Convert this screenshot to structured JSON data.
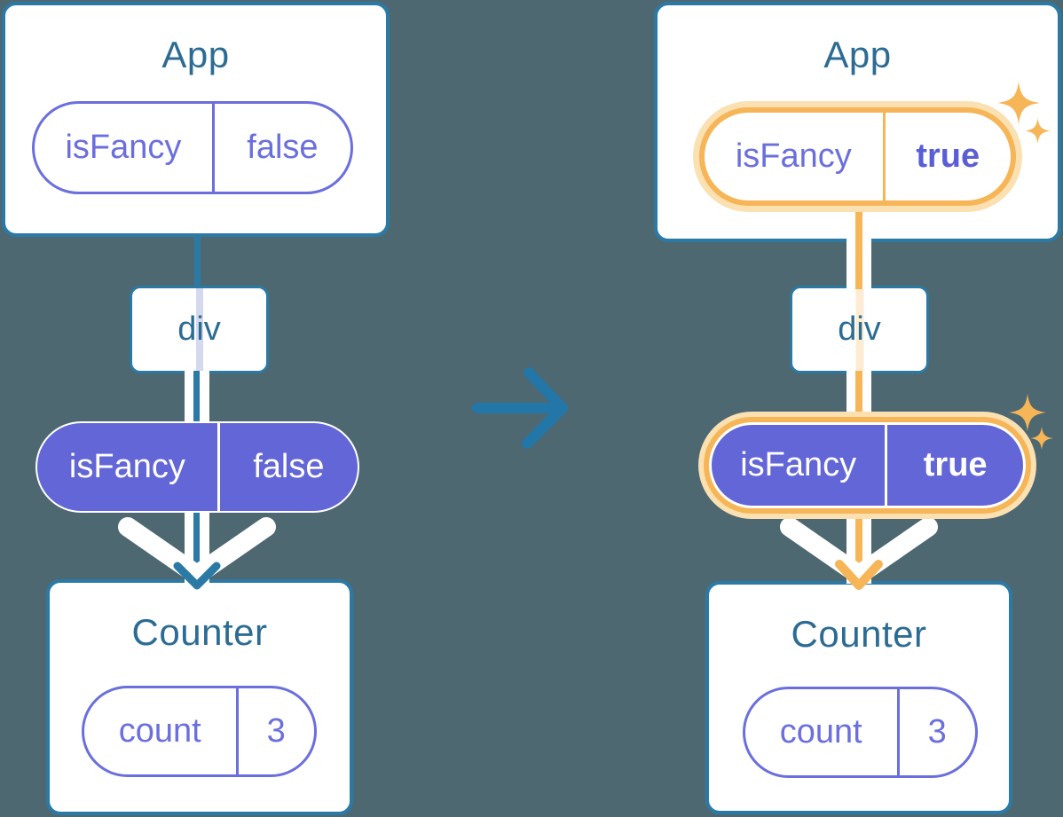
{
  "before": {
    "app": {
      "title": "App",
      "prop_name": "isFancy",
      "prop_value": "false"
    },
    "div_label": "div",
    "passed_prop": {
      "name": "isFancy",
      "value": "false"
    },
    "counter": {
      "title": "Counter",
      "state_name": "count",
      "state_value": "3"
    }
  },
  "after": {
    "app": {
      "title": "App",
      "prop_name": "isFancy",
      "prop_value": "true"
    },
    "div_label": "div",
    "passed_prop": {
      "name": "isFancy",
      "value": "true"
    },
    "counter": {
      "title": "Counter",
      "state_name": "count",
      "state_value": "3"
    }
  },
  "colors": {
    "background": "#4d6871",
    "tree_blue": "#2b7aa6",
    "title_text": "#2c6c94",
    "purple_fill": "#6366d6",
    "purple_outline": "#6b6fdd",
    "highlight_orange": "#f6b556",
    "highlight_glow": "#fbe0b2"
  }
}
